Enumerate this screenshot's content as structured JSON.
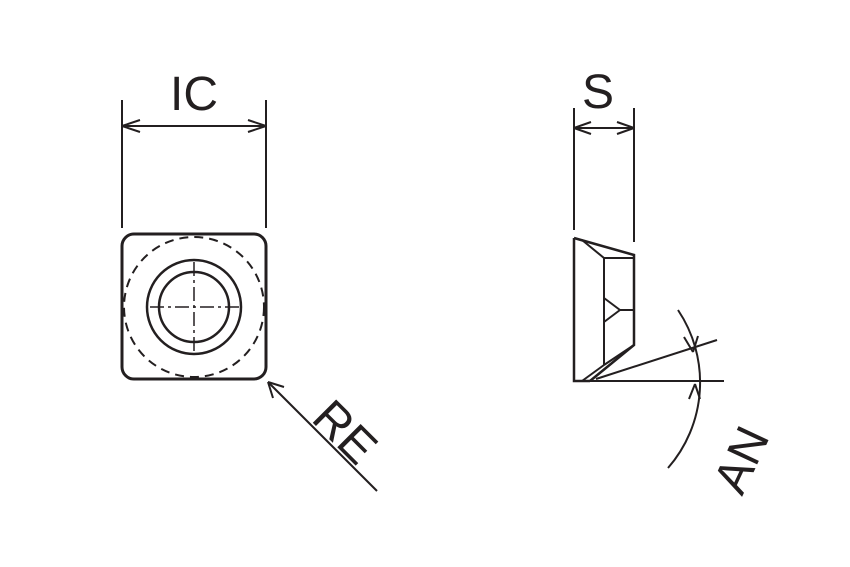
{
  "labels": {
    "ic": "IC",
    "s": "S",
    "re": "RE",
    "an": "AN"
  },
  "colors": {
    "stroke": "#231f20",
    "background": "#ffffff"
  }
}
